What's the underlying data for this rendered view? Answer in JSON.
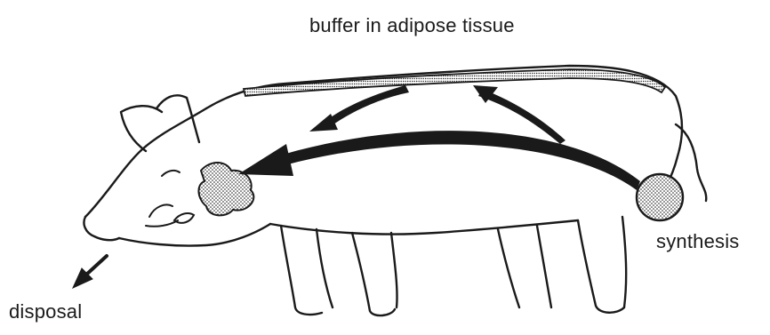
{
  "labels": {
    "buffer": "buffer in adipose tissue",
    "synthesis": "synthesis",
    "disposal": "disposal"
  },
  "colors": {
    "ink": "#1a1a1a",
    "background": "#ffffff"
  }
}
